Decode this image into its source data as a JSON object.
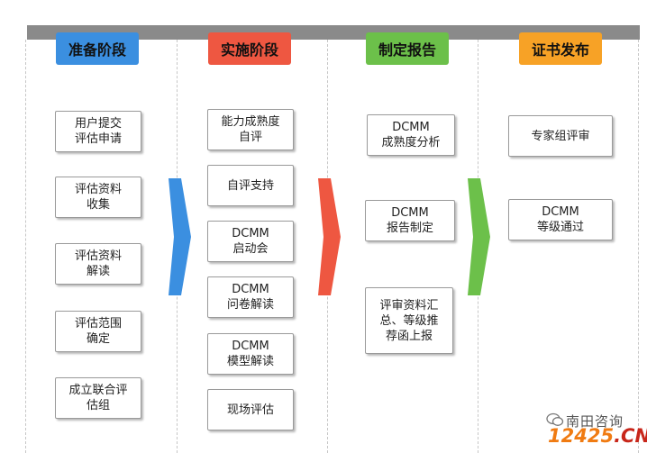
{
  "phases": [
    {
      "label": "准备阶段",
      "color": "#3b8fe0"
    },
    {
      "label": "实施阶段",
      "color": "#ee5741"
    },
    {
      "label": "制定报告",
      "color": "#6cc04a"
    },
    {
      "label": "证书发布",
      "color": "#f7a226"
    }
  ],
  "columns": [
    {
      "steps": [
        "用户提交\n评估申请",
        "评估资料\n收集",
        "评估资料\n解读",
        "评估范围\n确定",
        "成立联合评\n估组"
      ]
    },
    {
      "steps": [
        "能力成熟度\n自评",
        "自评支持",
        "DCMM\n启动会",
        "DCMM\n问卷解读",
        "DCMM\n模型解读",
        "现场评估"
      ]
    },
    {
      "steps": [
        "DCMM\n成熟度分析",
        "DCMM\n报告制定",
        "评审资料汇\n总、等级推\n荐函上报"
      ]
    },
    {
      "steps": [
        "专家组评审",
        "DCMM\n等级通过"
      ]
    }
  ],
  "arrow_colors": [
    "#3b8fe0",
    "#ee5741",
    "#6cc04a"
  ],
  "watermark": {
    "account": "南田咨询",
    "site_number": "12425",
    "site_suffix": ".CN"
  }
}
